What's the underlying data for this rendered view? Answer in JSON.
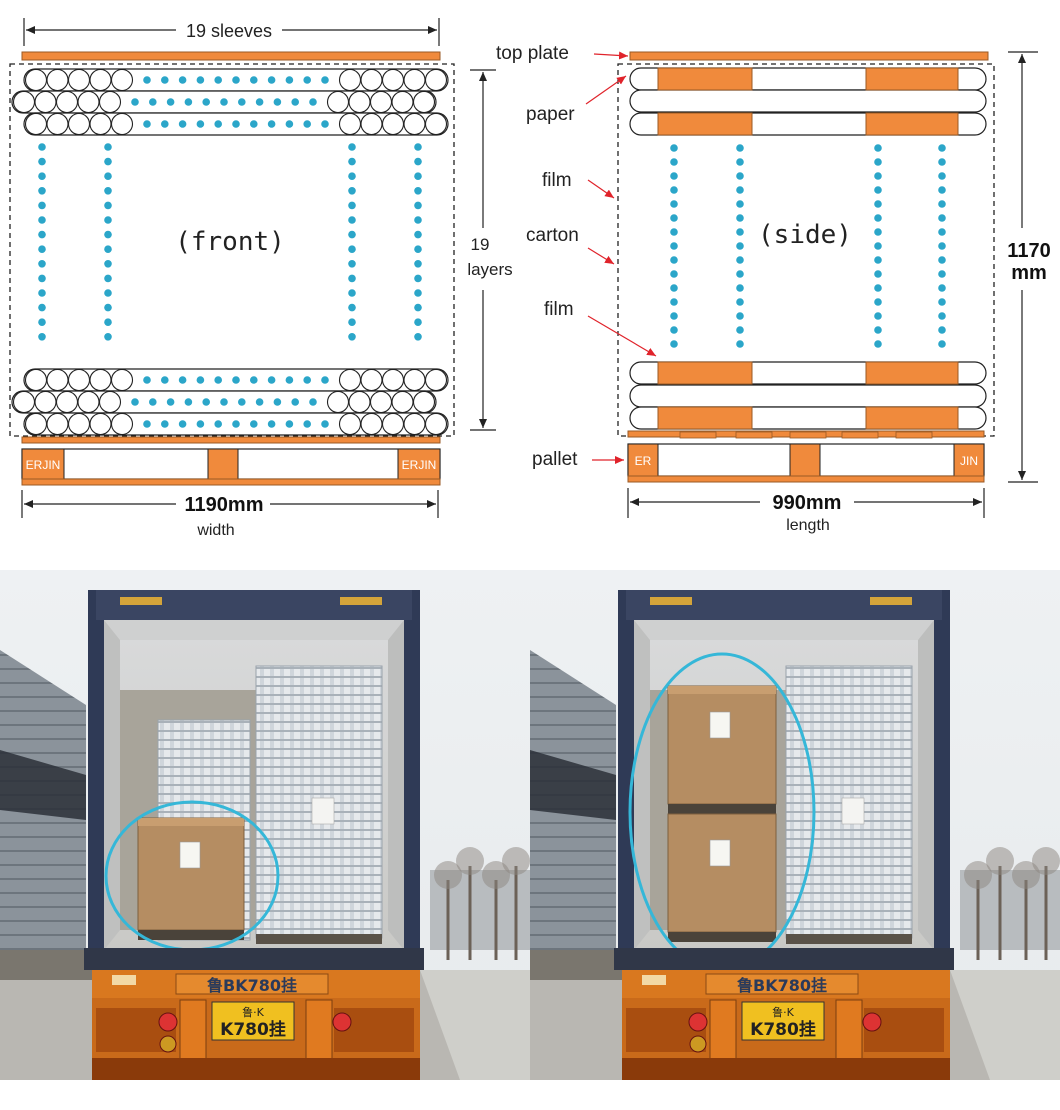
{
  "front": {
    "top_label": "19 sleeves",
    "center_label": "(front)",
    "layers_label_1": "19",
    "layers_label_2": "layers",
    "width_value": "1190mm",
    "width_label": "width",
    "pallet_brand_left": "ERJIN",
    "pallet_brand_right": "ERJIN"
  },
  "side": {
    "center_label": "(side)",
    "length_value": "990mm",
    "length_label": "length",
    "height_value_1": "1170",
    "height_value_2": "mm",
    "pallet_brand_left": "ER",
    "pallet_brand_right": "JIN",
    "callouts": {
      "top_plate": "top plate",
      "paper": "paper",
      "film_upper": "film",
      "carton": "carton",
      "film_lower": "film",
      "pallet": "pallet"
    }
  },
  "photos": {
    "left_plate_top": "鲁BK780挂",
    "left_plate_bottom_1": "鲁·K",
    "left_plate_bottom_2": "K780挂",
    "right_plate_top": "鲁BK780挂",
    "right_plate_bottom_1": "鲁·K",
    "right_plate_bottom_2": "K780挂"
  },
  "colors": {
    "orange": "#F08A3C",
    "dot_blue": "#2BA6C9",
    "arrow_red": "#E0232B",
    "highlight_ring": "#35B7D8",
    "container_navy": "#2F3A56"
  }
}
